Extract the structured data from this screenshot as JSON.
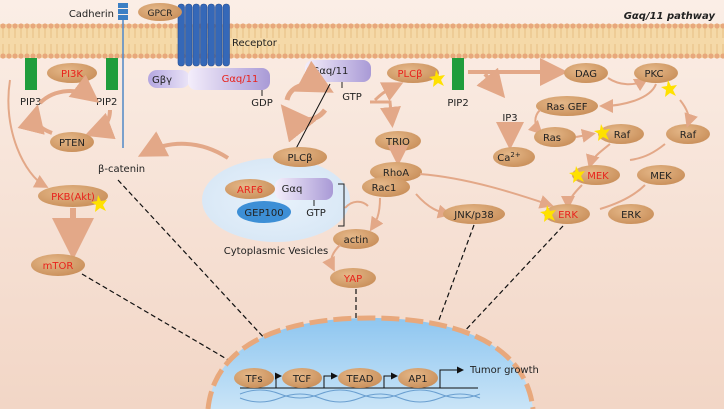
{
  "title": "Gαq/11 pathway",
  "membrane": {
    "cadherin": "Cadherin",
    "gpcr": "GPCR",
    "receptor": "Receptor"
  },
  "left": {
    "pi3k": "PI3K",
    "pip3": "PIP3",
    "pip2": "PIP2",
    "pten": "PTEN",
    "beta_catenin": "β-catenin",
    "pkb": "PKB(Akt)",
    "mtor": "mTOR"
  },
  "gprotein": {
    "gbg": "Gβγ",
    "gaq11_red": "Gαq/11",
    "gaq11": "Gαq/11",
    "gdp": "GDP",
    "gtp": "GTP"
  },
  "vesicle": {
    "plcb": "PLCβ",
    "arf6": "ARF6",
    "gaq": "Gαq",
    "gep100": "GEP100",
    "gtp": "GTP",
    "label": "Cytoplasmic Vesicles"
  },
  "center": {
    "trio": "TRIO",
    "rhoa": "RhoA",
    "rac1": "Rac1",
    "jnk": "JNK/p38",
    "actin": "actin",
    "yap": "YAP"
  },
  "right": {
    "plcb": "PLCβ",
    "pip2": "PIP2",
    "ip3": "IP3",
    "ca": "Ca",
    "ca_sup": "2+",
    "dag": "DAG",
    "pkc": "PKC",
    "rasgef": "Ras GEF",
    "ras": "Ras",
    "raf_active": "Raf",
    "raf": "Raf",
    "mek_active": "MEK",
    "mek": "MEK",
    "erk_active": "ERK",
    "erk": "ERK"
  },
  "nucleus": {
    "tfs": "TFs",
    "tcf": "TCF",
    "tead": "TEAD",
    "ap1": "AP1",
    "outcome": "Tumor growth"
  },
  "colors": {
    "node_fill": "#d7a06a",
    "red_text": "#e8231c",
    "membrane": "#f2c48a",
    "arrow": "#e3a888",
    "nucleus": "#9fcdf0"
  }
}
